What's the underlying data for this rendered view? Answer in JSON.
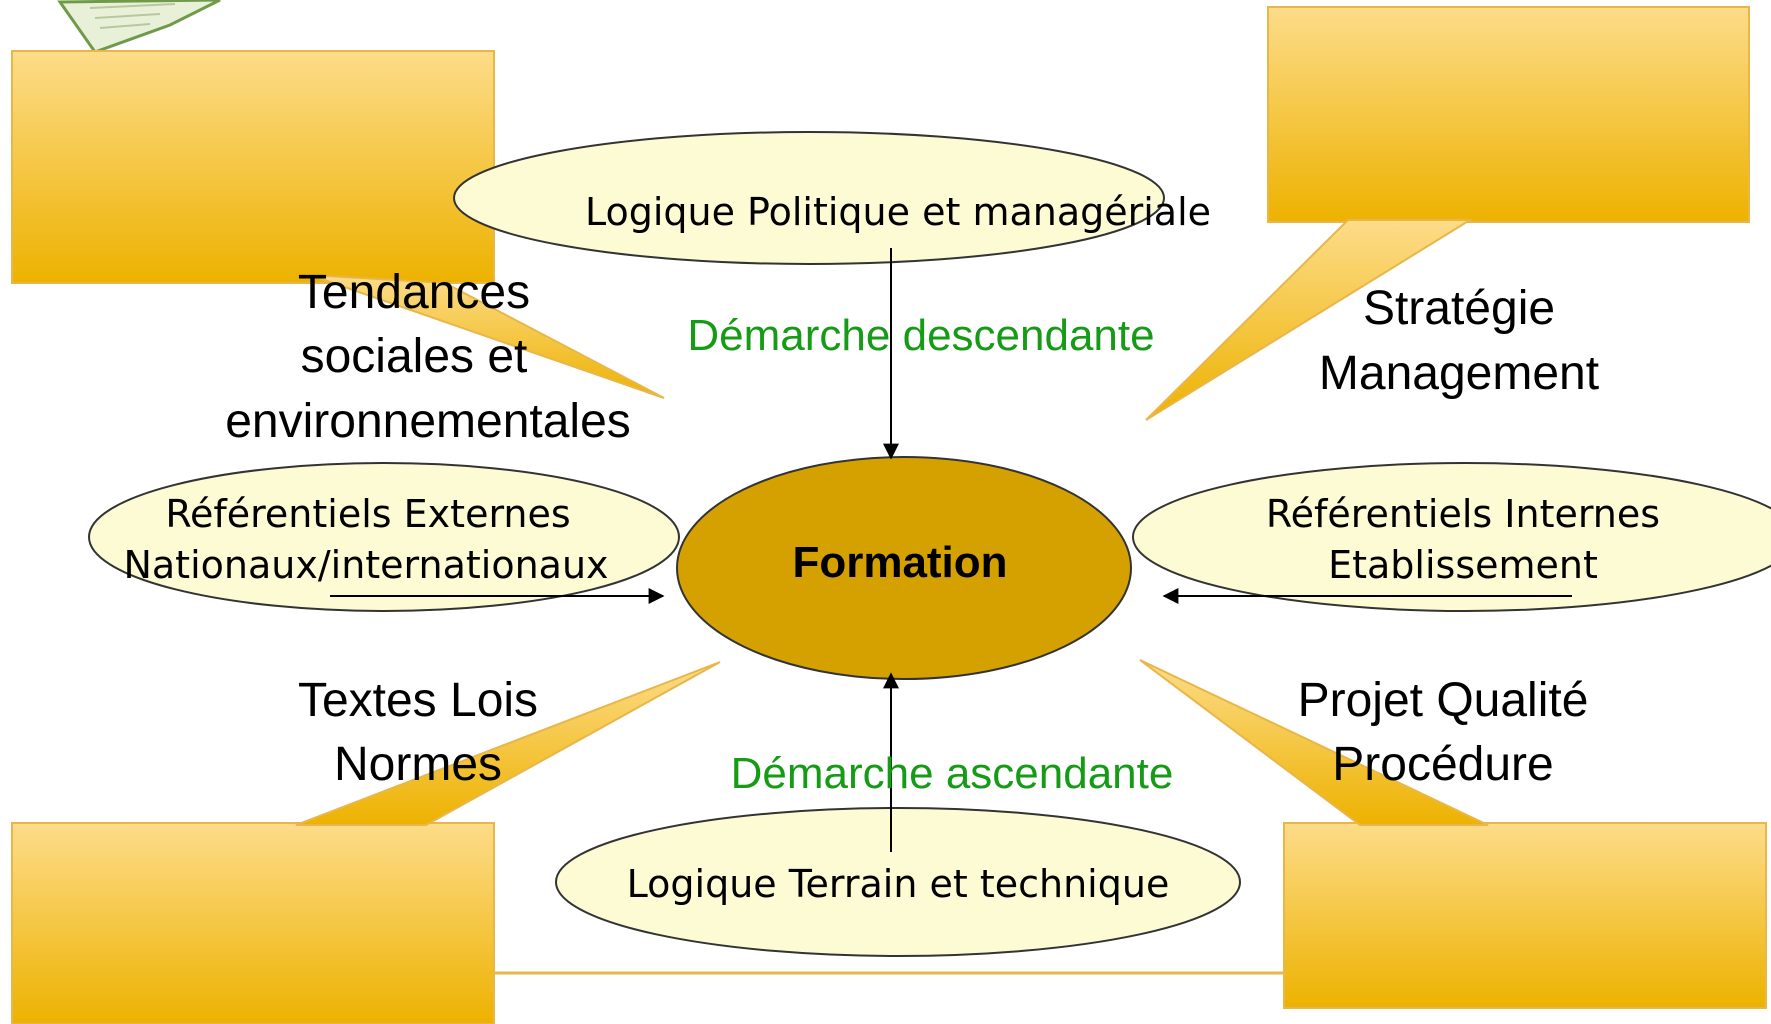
{
  "center": {
    "label": "Formation"
  },
  "top_ellipse": {
    "label": "Logique Politique et managériale"
  },
  "bottom_ellipse": {
    "label": "Logique Terrain et technique"
  },
  "left_ellipse": {
    "line1": "Référentiels Externes",
    "line2": "Nationaux/internationaux"
  },
  "right_ellipse": {
    "line1": "Référentiels Internes",
    "line2": "Etablissement"
  },
  "descending": {
    "label": "Démarche descendante"
  },
  "ascending": {
    "label": "Démarche ascendante"
  },
  "callout_top_left": {
    "line1": "Tendances",
    "line2": "sociales et",
    "line3": "environnementales"
  },
  "callout_top_right": {
    "line1": "Stratégie",
    "line2": "Management"
  },
  "callout_bottom_left": {
    "line1": "Textes Lois",
    "line2": "Normes"
  },
  "callout_bottom_right": {
    "line1": "Projet Qualité",
    "line2": "Procédure"
  },
  "colors": {
    "callout_light": "#FDDC8A",
    "callout_dark": "#EDB200",
    "center_fill": "#D4A100",
    "ellipse_fill": "#FDFBD4",
    "green_text": "#169B16"
  }
}
